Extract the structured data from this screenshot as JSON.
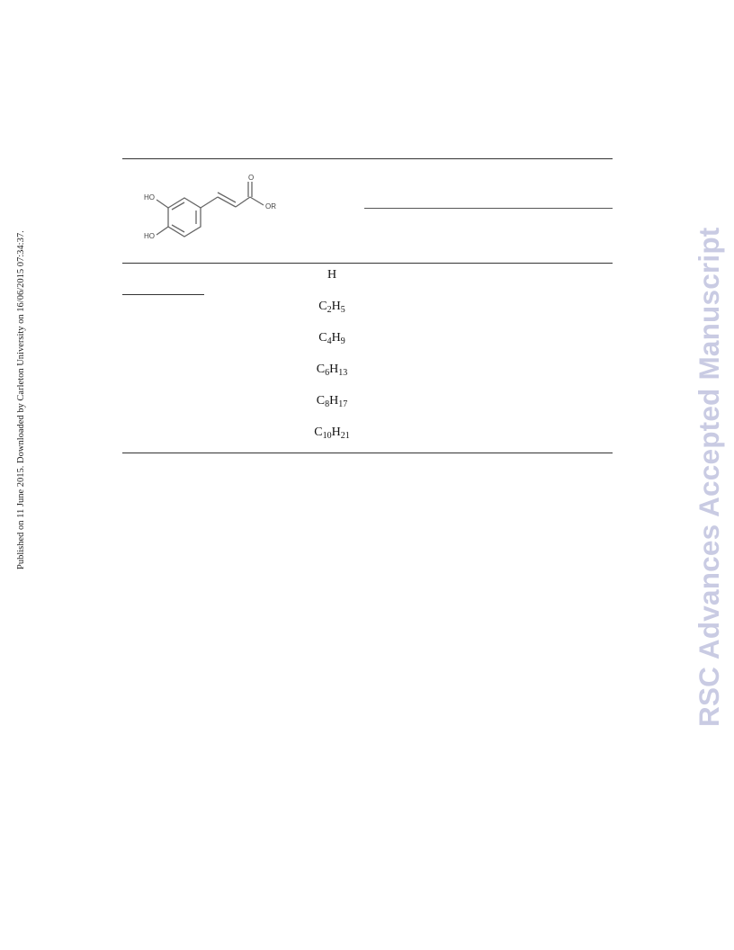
{
  "side_note": "Published on 11 June 2015. Downloaded by Carleton University on 16/06/2015 07:34:37.",
  "watermark": "RSC Advances Accepted Manuscript",
  "structure_labels": {
    "ho_top": "HO",
    "ho_bottom": "HO",
    "carbonyl_o": "O",
    "ester_or": "OR"
  },
  "r_groups": [
    {
      "main": "H",
      "parts": [
        {
          "el": "H",
          "n": ""
        }
      ]
    },
    {
      "main": "C2H5",
      "parts": [
        {
          "el": "C",
          "n": "2"
        },
        {
          "el": "H",
          "n": "5"
        }
      ]
    },
    {
      "main": "C4H9",
      "parts": [
        {
          "el": "C",
          "n": "4"
        },
        {
          "el": "H",
          "n": "9"
        }
      ]
    },
    {
      "main": "C6H13",
      "parts": [
        {
          "el": "C",
          "n": "6"
        },
        {
          "el": "H",
          "n": "13"
        }
      ]
    },
    {
      "main": "C8H17",
      "parts": [
        {
          "el": "C",
          "n": "8"
        },
        {
          "el": "H",
          "n": "17"
        }
      ]
    },
    {
      "main": "C10H21",
      "parts": [
        {
          "el": "C",
          "n": "10"
        },
        {
          "el": "H",
          "n": "21"
        }
      ]
    }
  ]
}
